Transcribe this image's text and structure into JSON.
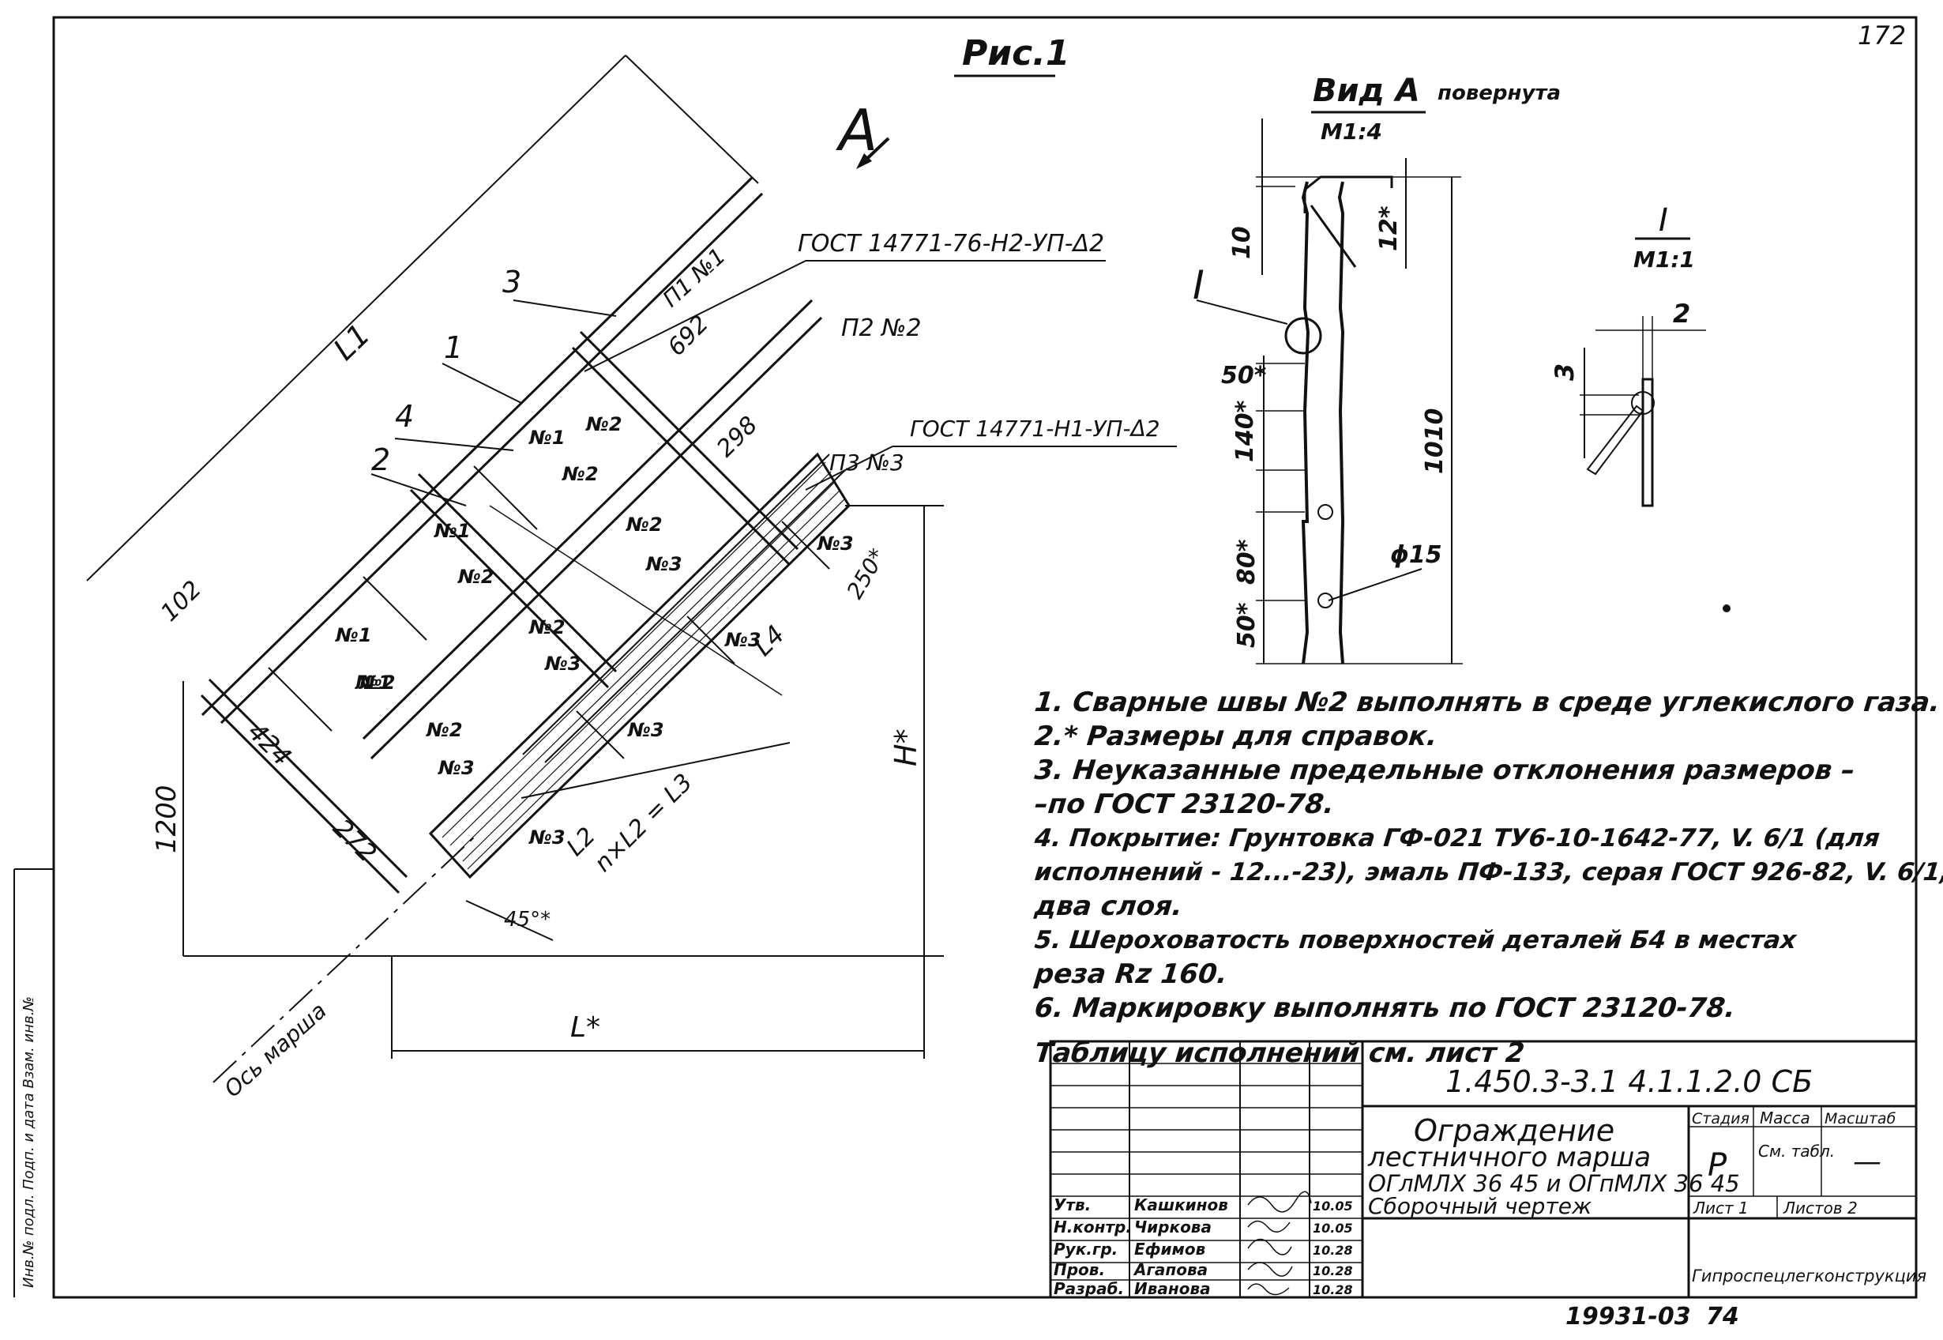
{
  "sheet_number": "172",
  "figure_title": "Рис.1",
  "view_arrow": "A",
  "callouts": {
    "weld_spec_1": "ГОСТ 14771-76-Н2-УП-Δ2",
    "weld_spec_2": "ГОСТ 14771-Н1-УП-Δ2",
    "part_p1": "П1 №1",
    "part_p2": "П2 №2",
    "part_p3": "П3 №3",
    "pos_1": "1",
    "pos_2": "2",
    "pos_3": "3",
    "pos_4": "4"
  },
  "weld_marks": [
    "№1",
    "№2",
    "№1",
    "№2",
    "№1",
    "№2",
    "№2",
    "№3",
    "№1",
    "№2",
    "№2",
    "№3",
    "№2",
    "№3",
    "№3",
    "№3",
    "№3",
    "№3"
  ],
  "dimensions": {
    "L1": "L1",
    "d692": "692",
    "d298": "298",
    "d102": "102",
    "d424": "424",
    "d272": "272",
    "d1200": "1200",
    "d250": "250*",
    "L4": "L4",
    "L2": "L2",
    "nL2": "n×L2 = L3",
    "H": "H*",
    "L": "L*",
    "angle": "45°*",
    "axis": "Ось марша"
  },
  "view_a": {
    "title": "Вид А",
    "scale": "М1:4",
    "note": "повернута",
    "d10": "10",
    "d12": "12*",
    "d50a": "50*",
    "d140": "140*",
    "d80": "80*",
    "d50b": "50*",
    "d1010": "1010",
    "phi": "ϕ15",
    "node": "I"
  },
  "detail_i": {
    "title": "I",
    "scale": "М1:1",
    "d2": "2",
    "d3": "3"
  },
  "notes": [
    "1. Сварные швы №2 выполнять в среде углекислого газа.",
    "2.* Размеры для справок.",
    "3. Неуказанные предельные отклонения размеров –",
    "–по ГОСТ 23120-78.",
    "4. Покрытие: Грунтовка ГФ-021 ТУ6-10-1642-77, V. 6/1 (для",
    "исполнений - 12...-23), эмаль ПФ-133, серая ГОСТ 926-82, V. 6/1,",
    "два слоя.",
    "5. Шероховатость поверхностей деталей Б4 в местах",
    "реза Rz 160.",
    "6. Маркировку выполнять по ГОСТ 23120-78.",
    "Таблицу исполнений см. лист 2"
  ],
  "title_block": {
    "doc_code": "1.450.3-3.1   4.1.1.2.0 СБ",
    "title_line1": "Ограждение",
    "title_line2": "лестничного марша",
    "title_line3": "ОГлМЛХ 36 45 и ОГпМЛХ 36 45",
    "title_line4": "Сборочный чертеж",
    "stage_label": "Стадия",
    "mass_label": "Масса",
    "scale_label": "Масштаб",
    "stage_value": "Р",
    "mass_value": "См. табл.",
    "scale_value": "—",
    "sheet_label": "Лист 1",
    "sheets_label": "Листов 2",
    "org": "Гипроспецлегконструкция",
    "roles": [
      "Утв.",
      "Н.контр.",
      "Рук.гр.",
      "Пров.",
      "Разраб."
    ],
    "names": [
      "Кашкинов",
      "Чиркова",
      "Ефимов",
      "Агапова",
      "Иванова"
    ],
    "dates": [
      "10.05",
      "10.05",
      "10.28",
      "10.28",
      "10.28"
    ]
  },
  "footer": {
    "archive_no": "19931-03",
    "page_no": "74"
  },
  "side_stamp": "Инв.№ подл.   Подп. и дата   Взам. инв.№"
}
